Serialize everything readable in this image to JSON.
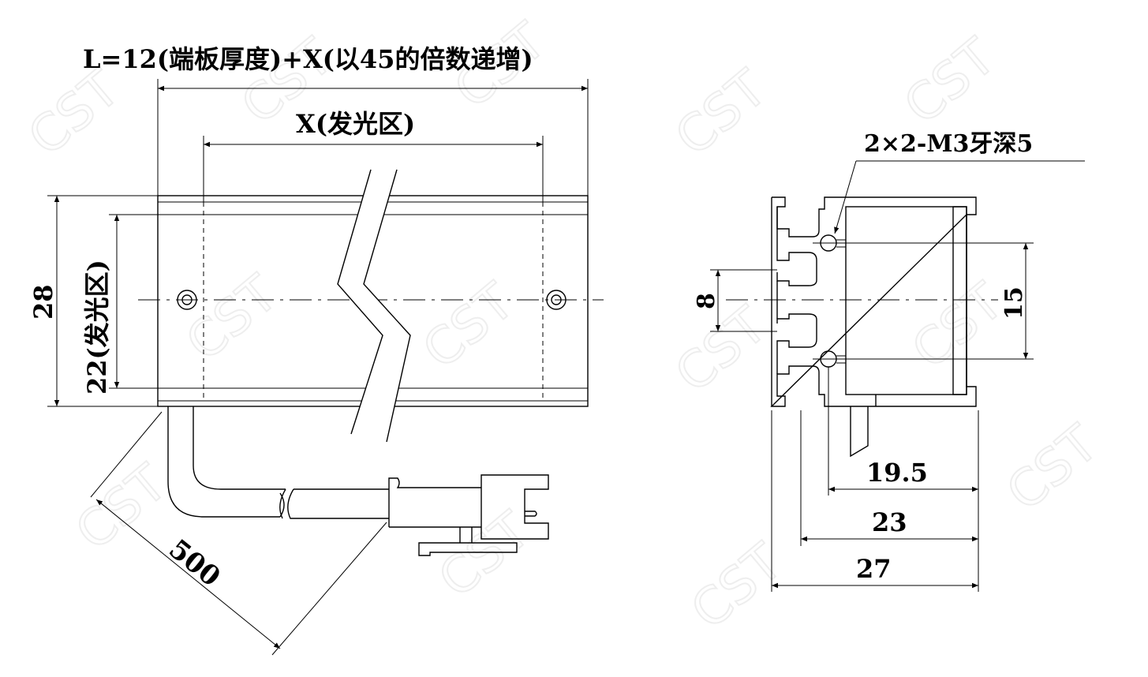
{
  "watermark": "CST",
  "front_view": {
    "length_label": "L=12(端板厚度)+X(以45的倍数递增)",
    "emitting_length_label": "X(发光区)",
    "height_outer_label": "28",
    "height_emitting_label": "22(发光区)",
    "cable_length_label": "500"
  },
  "side_view": {
    "thread_label": "2×2-M3牙深5",
    "slot_pitch_label": "8",
    "hole_pitch_label": "15",
    "depth_labels": [
      "19.5",
      "23",
      "27"
    ]
  }
}
